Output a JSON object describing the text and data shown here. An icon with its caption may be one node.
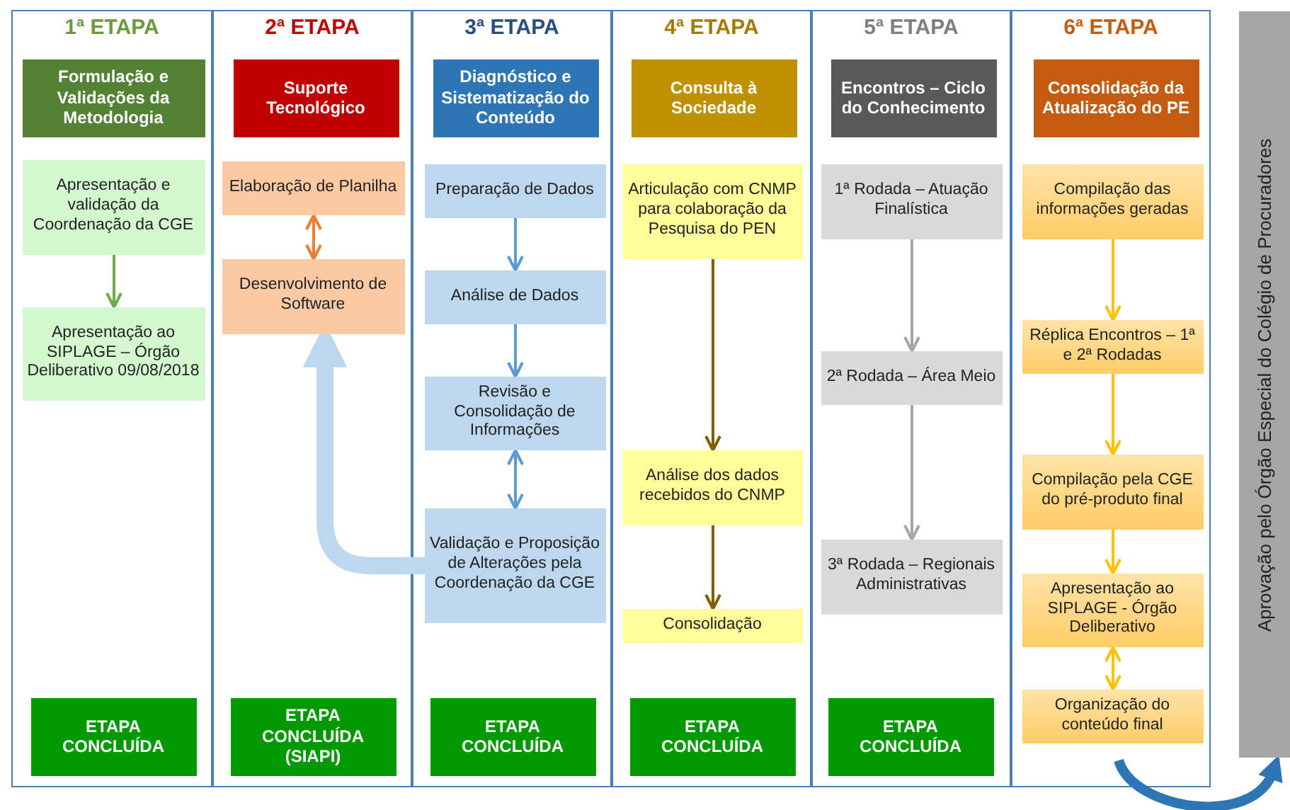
{
  "diagram": {
    "nodes": [
      {
        "text": [
          "1ª ETAPA"
        ]
      },
      {
        "text": [
          "Formulação e Validações da Metodologia"
        ],
        "in": 0
      },
      {
        "text": [
          "Apresentação e validação da Coordenação da CGE"
        ],
        "in": 0
      },
      {
        "text": [
          "Apresentação ao SIPLAGE – Órgão Deliberativo 09/08/2018"
        ],
        "in": 0
      },
      {
        "text": [
          "ETAPA CONCLUÍDA"
        ],
        "in": 0
      },
      {
        "text": [
          "2ª ETAPA"
        ]
      },
      {
        "text": [
          "Suporte Tecnológico"
        ],
        "in": 5
      },
      {
        "text": [
          "Elaboração de Planilha"
        ],
        "in": 5
      },
      {
        "text": [
          "Desenvolvimento de Software"
        ],
        "in": 5
      },
      {
        "text": [
          "ETAPA CONCLUÍDA (SIAPI)"
        ],
        "in": 5
      },
      {
        "text": [
          "3ª ETAPA"
        ]
      },
      {
        "text": [
          "Diagnóstico e Sistematização do Conteúdo"
        ],
        "in": 10
      },
      {
        "text": [
          "Preparação de Dados"
        ],
        "in": 10
      },
      {
        "text": [
          "Análise de Dados"
        ],
        "in": 10
      },
      {
        "text": [
          "Revisão e Consolidação de Informações"
        ],
        "in": 10
      },
      {
        "text": [
          "Validação e Proposição de Alterações pela Coordenação da CGE"
        ],
        "in": 10
      },
      {
        "text": [
          "ETAPA CONCLUÍDA"
        ],
        "in": 10
      },
      {
        "text": [
          "4ª ETAPA"
        ]
      },
      {
        "text": [
          "Consulta à Sociedade"
        ],
        "in": 17
      },
      {
        "text": [
          "Articulação com CNMP para colaboração da Pesquisa do PEN"
        ],
        "in": 17
      },
      {
        "text": [
          "Análise dos dados recebidos do CNMP"
        ],
        "in": 17
      },
      {
        "text": [
          "Consolidação"
        ],
        "in": 17
      },
      {
        "text": [
          "ETAPA CONCLUÍDA"
        ],
        "in": 17
      },
      {
        "text": [
          "5ª ETAPA"
        ]
      },
      {
        "text": [
          "Encontros – Ciclo do Conhecimento"
        ],
        "in": 23
      },
      {
        "text": [
          "1ª Rodada – Atuação Finalística"
        ],
        "in": 23
      },
      {
        "text": [
          "2ª Rodada – Área Meio"
        ],
        "in": 23
      },
      {
        "text": [
          "3ª Rodada – Regionais Administrativas"
        ],
        "in": 23
      },
      {
        "text": [
          "ETAPA CONCLUÍDA"
        ],
        "in": 23
      },
      {
        "text": [
          "6ª ETAPA"
        ]
      },
      {
        "text": [
          "Consolidação da Atualização do PE"
        ],
        "in": 29
      },
      {
        "text": [
          "Compilação das informações geradas"
        ],
        "in": 29
      },
      {
        "text": [
          "Réplica Encontros – 1ª e 2ª Rodadas"
        ],
        "in": 29
      },
      {
        "text": [
          "Compilação pela CGE do pré-produto final"
        ],
        "in": 29
      },
      {
        "text": [
          "Apresentação ao SIPLAGE - Órgão Deliberativo"
        ],
        "in": 29
      },
      {
        "text": [
          "Organização do conteúdo final"
        ],
        "in": 29
      },
      {
        "text": [
          "Aprovação pelo Órgão Especial do Colégio de Procuradores"
        ]
      }
    ],
    "edges": [
      {
        "from": 2,
        "to": 3,
        "arrow": "to",
        "color": "#70ad47"
      },
      {
        "from": 7,
        "to": 8,
        "arrow": "both",
        "color": "#ed7d31"
      },
      {
        "from": 12,
        "to": 13,
        "arrow": "to",
        "color": "#5b9bd5"
      },
      {
        "from": 13,
        "to": 14,
        "arrow": "to",
        "color": "#5b9bd5"
      },
      {
        "from": 14,
        "to": 15,
        "arrow": "both",
        "color": "#5b9bd5"
      },
      {
        "from": 15,
        "to": 8,
        "arrow": "to",
        "style": "thick",
        "color": "#bdd7ee"
      },
      {
        "from": 19,
        "to": 20,
        "arrow": "to",
        "color": "#7f6000"
      },
      {
        "from": 20,
        "to": 21,
        "arrow": "to",
        "color": "#7f6000"
      },
      {
        "from": 25,
        "to": 26,
        "arrow": "to",
        "color": "#a6a6a6"
      },
      {
        "from": 26,
        "to": 27,
        "arrow": "to",
        "color": "#a6a6a6"
      },
      {
        "from": 31,
        "to": 32,
        "arrow": "to",
        "color": "#ffc000"
      },
      {
        "from": 32,
        "to": 33,
        "arrow": "to",
        "color": "#ffc000"
      },
      {
        "from": 33,
        "to": 34,
        "arrow": "to",
        "color": "#ffc000"
      },
      {
        "from": 34,
        "to": 35,
        "arrow": "both",
        "color": "#ffc000"
      },
      {
        "from": 35,
        "to": 36,
        "arrow": "to",
        "style": "thick",
        "color": "#2e75b6"
      }
    ]
  }
}
